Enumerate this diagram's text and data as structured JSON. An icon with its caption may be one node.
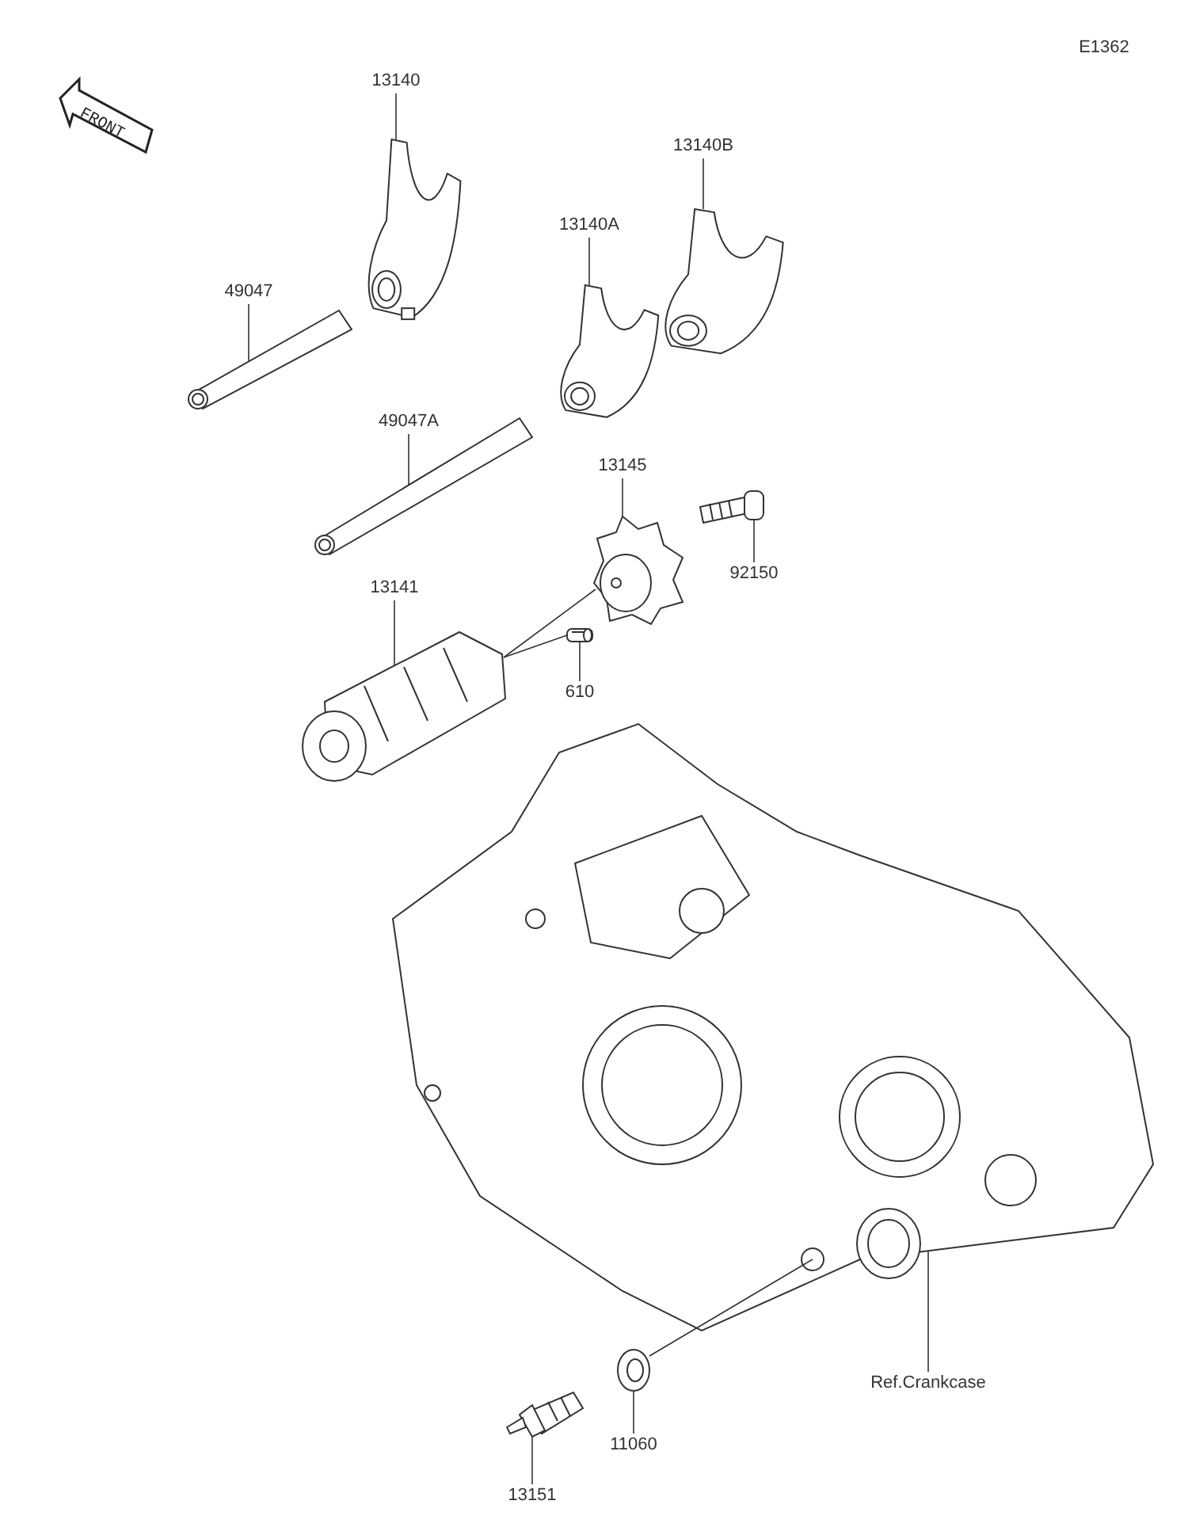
{
  "diagram": {
    "nodes": [
      {
        "text": [
          "13140"
        ]
      },
      {
        "text": [],
        "shape": "picture"
      },
      {
        "text": [
          "13140B"
        ]
      },
      {
        "text": [],
        "shape": "picture"
      },
      {
        "text": [
          "13140A"
        ]
      },
      {
        "text": [],
        "shape": "picture"
      },
      {
        "text": [
          "49047"
        ]
      },
      {
        "text": [],
        "shape": "picture"
      },
      {
        "text": [
          "49047A"
        ]
      },
      {
        "text": [],
        "shape": "picture"
      },
      {
        "text": [
          "13145"
        ]
      },
      {
        "text": [],
        "shape": "picture"
      },
      {
        "text": [
          "92150"
        ]
      },
      {
        "text": [],
        "shape": "picture"
      },
      {
        "text": [
          "13141"
        ]
      },
      {
        "text": [],
        "shape": "picture"
      },
      {
        "text": [
          "610"
        ]
      },
      {
        "text": [],
        "shape": "picture"
      },
      {
        "text": [
          "Ref.Crankcase"
        ]
      },
      {
        "text": [],
        "shape": "picture"
      },
      {
        "text": [
          "11060"
        ]
      },
      {
        "text": [],
        "shape": "picture"
      },
      {
        "text": [
          "13151"
        ]
      },
      {
        "text": [],
        "shape": "picture"
      }
    ],
    "edges": [
      {
        "from": 0,
        "to": 1,
        "arrow": "none"
      },
      {
        "from": 2,
        "to": 3,
        "arrow": "none"
      },
      {
        "from": 4,
        "to": 5,
        "arrow": "none"
      },
      {
        "from": 6,
        "to": 7,
        "arrow": "none"
      },
      {
        "from": 8,
        "to": 9,
        "arrow": "none"
      },
      {
        "from": 10,
        "to": 11,
        "arrow": "none"
      },
      {
        "from": 12,
        "to": 13,
        "arrow": "none"
      },
      {
        "from": 14,
        "to": 15,
        "arrow": "none"
      },
      {
        "from": 16,
        "to": 17,
        "arrow": "none"
      },
      {
        "from": 18,
        "to": 19,
        "arrow": "none"
      },
      {
        "from": 20,
        "to": 21,
        "arrow": "none"
      },
      {
        "from": 22,
        "to": 23,
        "arrow": "none"
      },
      {
        "from": 11,
        "to": 15,
        "arrow": "none"
      },
      {
        "from": 17,
        "to": 15,
        "arrow": "none"
      },
      {
        "from": 21,
        "to": 19,
        "arrow": "none"
      }
    ],
    "labels": [
      "E1362",
      "FRONT"
    ]
  }
}
